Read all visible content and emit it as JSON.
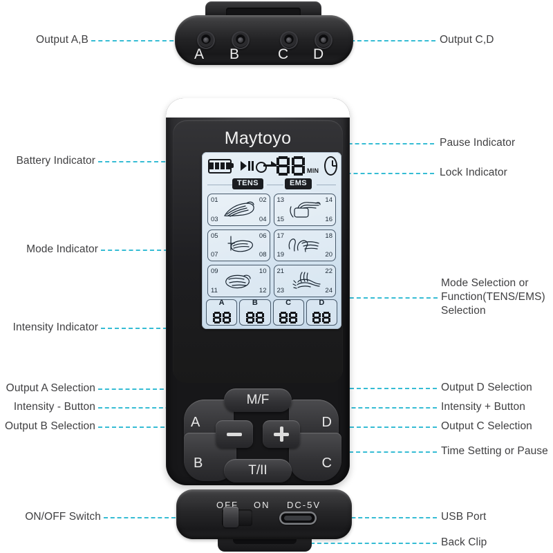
{
  "device": {
    "brand": "Maytoyo",
    "top_connector": {
      "ports": [
        "A",
        "B",
        "C",
        "D"
      ]
    },
    "lcd": {
      "status": {
        "battery_icon": "battery-icon",
        "battery_bars": 4,
        "pause_icon": "play-pause-icon",
        "lock_icon": "lock-key-icon",
        "timer_value": "88",
        "timer_unit": "MIN",
        "clock_icon": "clock-icon"
      },
      "function_tags": [
        "TENS",
        "EMS"
      ],
      "modes": [
        {
          "tl": "01",
          "tr": "02",
          "bl": "03",
          "br": "04",
          "icon": "hand-massage-icon"
        },
        {
          "tl": "13",
          "tr": "14",
          "bl": "15",
          "br": "16",
          "icon": "hand-knead-icon"
        },
        {
          "tl": "05",
          "tr": "06",
          "bl": "07",
          "br": "08",
          "icon": "hand-acupuncture-icon"
        },
        {
          "tl": "17",
          "tr": "18",
          "bl": "19",
          "br": "20",
          "icon": "hand-grip-icon"
        },
        {
          "tl": "09",
          "tr": "10",
          "bl": "11",
          "br": "12",
          "icon": "hand-fist-icon"
        },
        {
          "tl": "21",
          "tr": "22",
          "bl": "23",
          "br": "24",
          "icon": "hand-tap-icon"
        }
      ],
      "intensity_channels": [
        {
          "label": "A",
          "value": "88"
        },
        {
          "label": "B",
          "value": "88"
        },
        {
          "label": "C",
          "value": "88"
        },
        {
          "label": "D",
          "value": "88"
        }
      ]
    },
    "buttons": {
      "mode_function": "M/F",
      "time_pause": "T/II",
      "channel_a": "A",
      "channel_b": "B",
      "channel_c": "C",
      "channel_d": "D",
      "intensity_minus": "−",
      "intensity_plus": "+"
    },
    "bottom_connector": {
      "switch_off": "OFF",
      "switch_on": "ON",
      "dc_label": "DC-5V",
      "usb_icon": "usb-c-port-icon"
    }
  },
  "callouts": {
    "left": [
      {
        "id": "output-ab",
        "text": "Output A,B"
      },
      {
        "id": "battery-indicator",
        "text": "Battery Indicator"
      },
      {
        "id": "mode-indicator",
        "text": "Mode Indicator"
      },
      {
        "id": "intensity-indicator",
        "text": "Intensity Indicator"
      },
      {
        "id": "output-a-selection",
        "text": "Output A Selection"
      },
      {
        "id": "intensity-minus-button",
        "text": "Intensity - Button"
      },
      {
        "id": "output-b-selection",
        "text": "Output B Selection"
      },
      {
        "id": "on-off-switch",
        "text": "ON/OFF Switch"
      }
    ],
    "right": [
      {
        "id": "output-cd",
        "text": "Output C,D"
      },
      {
        "id": "pause-indicator",
        "text": "Pause Indicator"
      },
      {
        "id": "lock-indicator",
        "text": "Lock Indicator"
      },
      {
        "id": "mode-selection-line1",
        "text": "Mode Selection or"
      },
      {
        "id": "mode-selection-line2",
        "text": "Function(TENS/EMS)"
      },
      {
        "id": "mode-selection-line3",
        "text": "Selection"
      },
      {
        "id": "output-d-selection",
        "text": "Output D Selection"
      },
      {
        "id": "intensity-plus-button",
        "text": "Intensity + Button"
      },
      {
        "id": "output-c-selection",
        "text": "Output C Selection"
      },
      {
        "id": "time-setting-or-pause",
        "text": "Time Setting or Pause"
      },
      {
        "id": "usb-port",
        "text": "USB Port"
      },
      {
        "id": "back-clip",
        "text": "Back Clip"
      }
    ]
  },
  "colors": {
    "leader_line": "#35bcd4",
    "label_text": "#3f3f41",
    "lcd_background": "#dce8f2",
    "device_body": "#2b2b2e",
    "background": "#ffffff"
  }
}
